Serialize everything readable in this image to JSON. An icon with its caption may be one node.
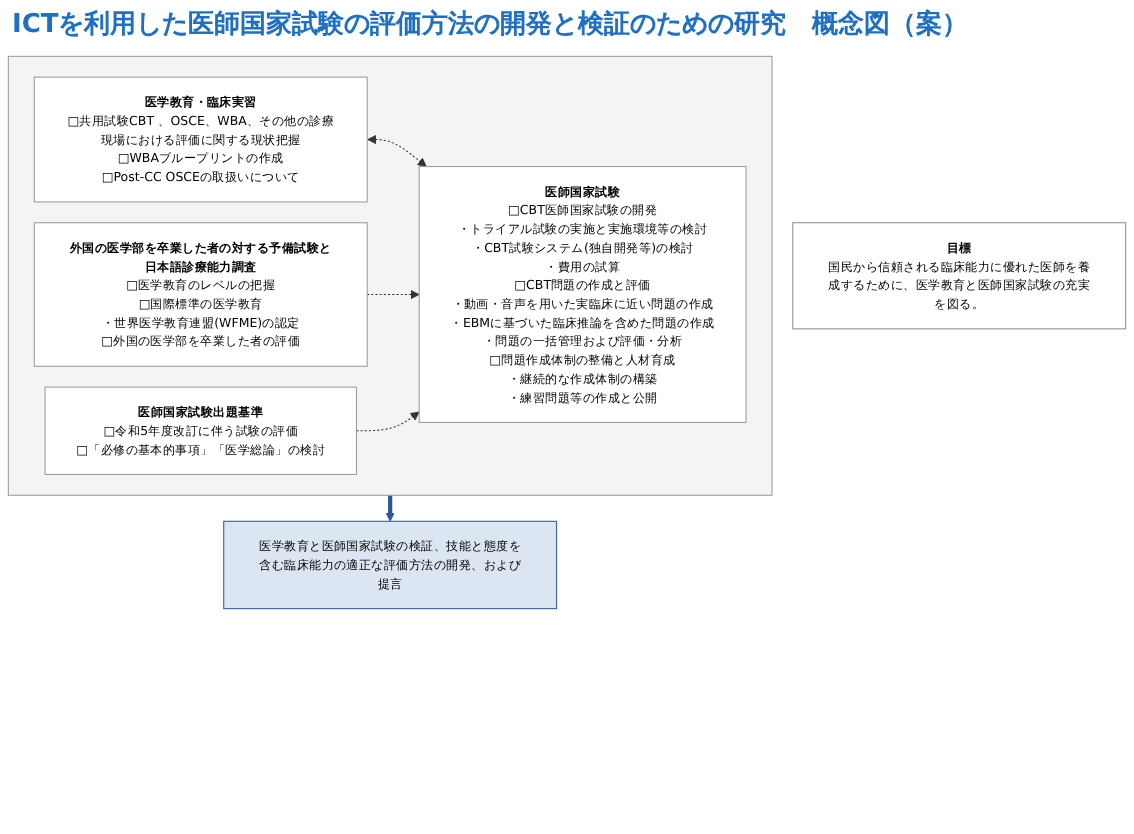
{
  "diagram": {
    "title": "ICTを利用した医師国家試験の評価方法の開発と検証のための研究　概念図（案）",
    "nodes": [
      {
        "text": [
          "目標",
          "国民から信頼される臨床能力に優れた医師を養成するために、医学教育と医師国家試験の充実を図る。"
        ]
      },
      {
        "text": [],
        "shape": "box"
      },
      {
        "text": [
          "医学教育・臨床実習",
          "□共用試験CBT 、OSCE、WBA、その他の診療現場における評価に関する現状把握",
          "□WBAブループリントの作成",
          "□Post-CC OSCEの取扱いについて"
        ],
        "in": 1
      },
      {
        "text": [
          "医師国家試験",
          "□CBT医師国家試験の開発",
          "・トライアル試験の実施と実施環境等の検討",
          "・CBT試験システム(独自開発等)の検討",
          "・費用の試算",
          "□CBT問題の作成と評価",
          "・動画・音声を用いた実臨床に近い問題の作成",
          "・EBMに基づいた臨床推論を含めた問題の作成",
          "・問題の一括管理および評価・分析",
          "□問題作成体制の整備と人材育成",
          "・継続的な作成体制の構築",
          "・練習問題等の作成と公開"
        ],
        "in": 1
      },
      {
        "text": [
          "外国の医学部を卒業した者の対する予備試験と日本語診療能力調査",
          "□医学教育のレベルの把握",
          "□国際標準の医学教育",
          "・世界医学教育連盟(WFME)の認定",
          "□外国の医学部を卒業した者の評価"
        ],
        "in": 1
      },
      {
        "text": [
          "医師国家試験出題基準",
          "□令和5年度改訂に伴う試験の評価",
          "□「必修の基本的事項」「医学総論」の検討"
        ],
        "in": 1
      },
      {
        "text": [
          "医学教育と医師国家試験の検証、技能と態度を含む臨床能力の適正な評価方法の開発、および提言"
        ]
      }
    ],
    "edges": [
      {
        "from": 2,
        "to": 3,
        "arrow": "both",
        "style": "dashed"
      },
      {
        "from": 4,
        "to": 3,
        "arrow": "to",
        "style": "dashed"
      },
      {
        "from": 5,
        "to": 3,
        "arrow": "to",
        "style": "dashed"
      },
      {
        "from": 1,
        "to": 6,
        "arrow": "to",
        "style": "thick",
        "color": "#2f5597"
      }
    ]
  }
}
